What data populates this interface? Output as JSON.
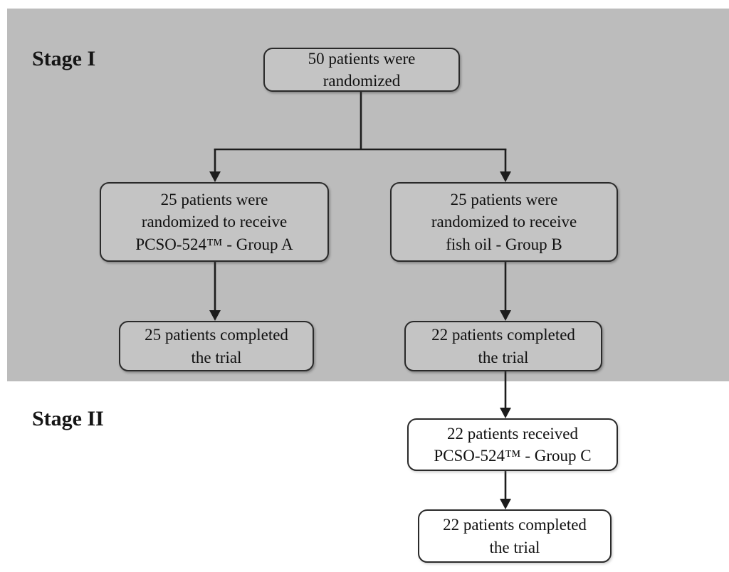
{
  "colors": {
    "stage1_background": "#bcbcbc",
    "stage1_box_fill": "#c4c4c4",
    "stage2_box_fill": "#ffffff",
    "line": "#1c1c1c",
    "border": "#2a2a2a",
    "text": "#111111"
  },
  "stage1": {
    "label": "Stage I",
    "boxes": {
      "randomized": "50 patients were\nrandomized",
      "group_a": "25 patients were\nrandomized to receive\nPCSO-524™ - Group A",
      "group_b": "25 patients were\nrandomized to receive\nfish oil - Group B",
      "completed_a": "25 patients completed\nthe trial",
      "completed_b": "22 patients completed\nthe trial"
    }
  },
  "stage2": {
    "label": "Stage II",
    "boxes": {
      "group_c": "22 patients received\nPCSO-524™ - Group C",
      "completed_c": "22 patients completed\nthe trial"
    }
  }
}
